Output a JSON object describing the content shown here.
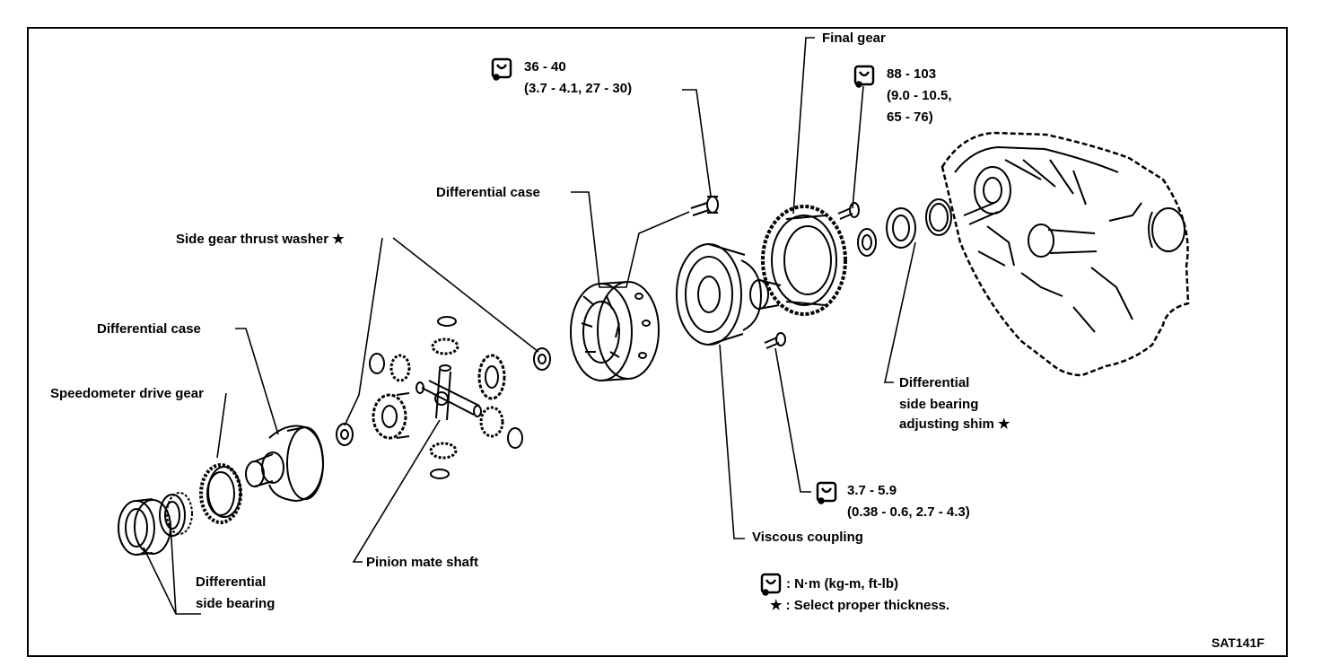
{
  "labels": {
    "final_gear": "Final gear",
    "torque_bolt_1": "36 - 40",
    "torque_bolt_1_alt": "(3.7 - 4.1, 27 - 30)",
    "torque_bolt_2": "88 - 103",
    "torque_bolt_2_alt_a": "(9.0 - 10.5,",
    "torque_bolt_2_alt_b": "65 - 76)",
    "differential_case_upper": "Differential case",
    "side_gear_thrust_washer": "Side gear thrust washer",
    "differential_case_lower": "Differential case",
    "speedometer_drive_gear": "Speedometer drive gear",
    "differential_side_bearing_a": "Differential",
    "differential_side_bearing_b": "side bearing",
    "pinion_mate_shaft": "Pinion mate shaft",
    "viscous_coupling": "Viscous coupling",
    "torque_bolt_3": "3.7 - 5.9",
    "torque_bolt_3_alt": "(0.38 - 0.6, 2.7 - 4.3)",
    "shim_a": "Differential",
    "shim_b": "side bearing",
    "shim_c": "adjusting shim"
  },
  "legend": {
    "torque_units": ": N·m (kg-m, ft-lb)",
    "star_note": ": Select proper thickness."
  },
  "star_symbol": "★",
  "figure_code": "SAT141F",
  "icons": [
    "torque-wrench-icon",
    "star-icon"
  ]
}
